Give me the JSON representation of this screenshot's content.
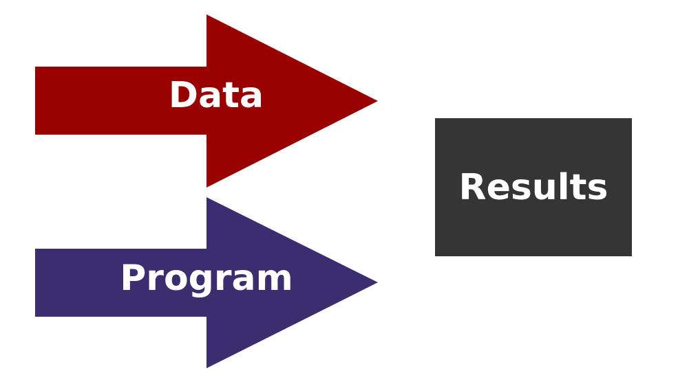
{
  "diagram": {
    "inputs": [
      {
        "label": "Data",
        "color": "#990000"
      },
      {
        "label": "Program",
        "color": "#3b2d70"
      }
    ],
    "output": {
      "label": "Results",
      "color": "#353535"
    }
  }
}
